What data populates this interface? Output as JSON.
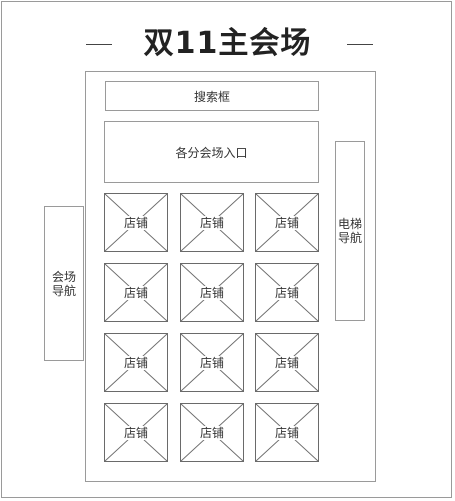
{
  "title": "双11主会场",
  "search_box": "搜索框",
  "entry_box": "各分会场入口",
  "nav_left": [
    "会场",
    "导航"
  ],
  "nav_right": [
    "电梯",
    "导航"
  ],
  "shops": [
    "店铺",
    "店铺",
    "店铺",
    "店铺",
    "店铺",
    "店铺",
    "店铺",
    "店铺",
    "店铺",
    "店铺",
    "店铺",
    "店铺"
  ],
  "colors": {
    "border": "#9a9a9a",
    "text": "#333333",
    "title": "#222222"
  }
}
